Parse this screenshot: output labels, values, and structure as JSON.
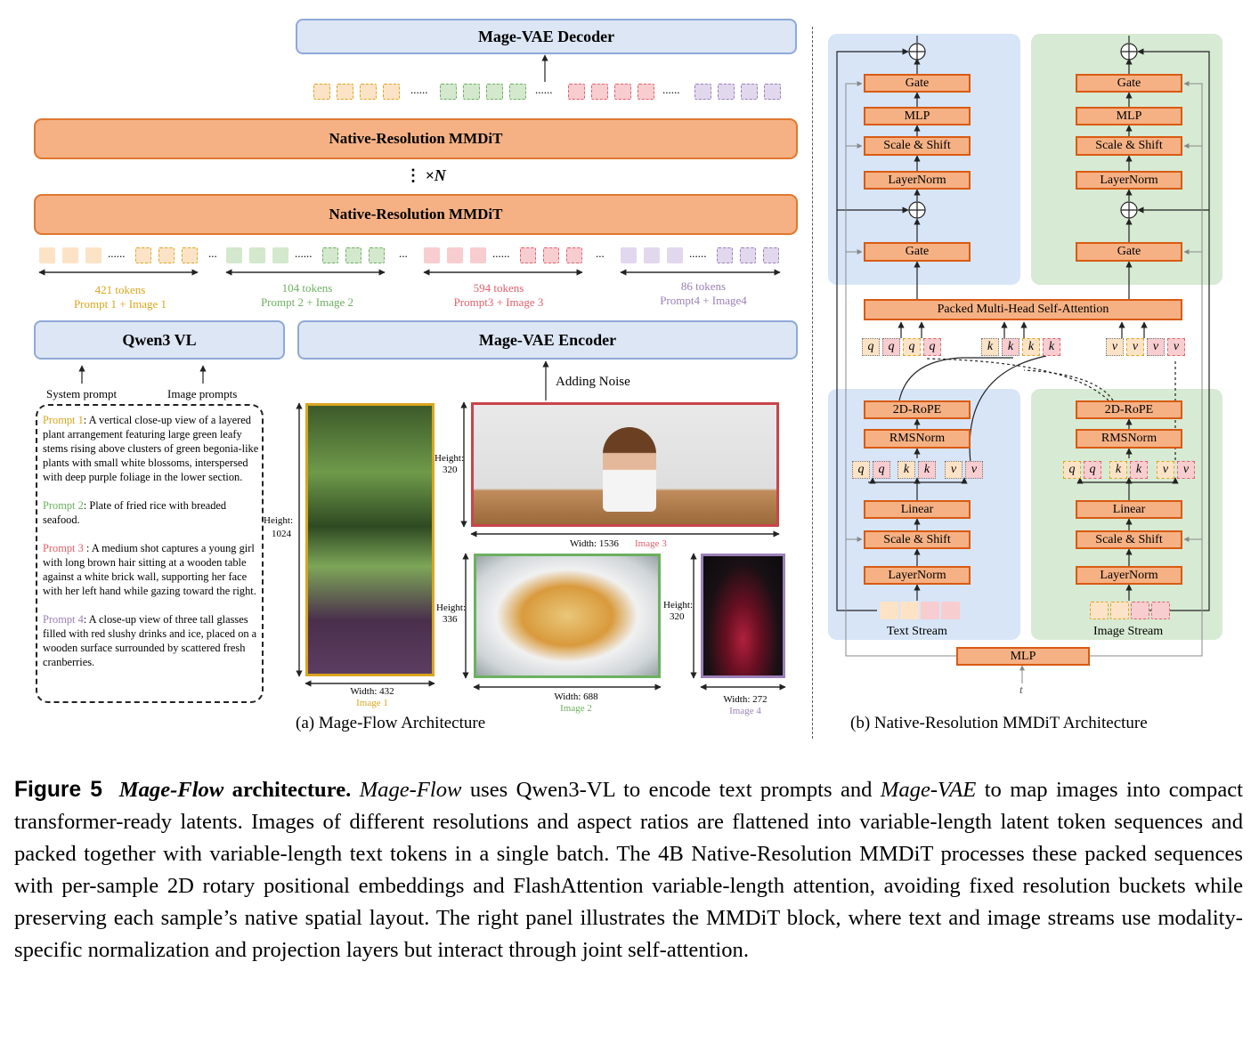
{
  "left": {
    "decoder": "Mage-VAE Decoder",
    "mmdit_top": "Native-Resolution MMDiT",
    "mmdit_bottom": "Native-Resolution MMDiT",
    "times_n": "×N",
    "dots": "......",
    "ellipsis": "...",
    "qwen": "Qwen3 VL",
    "encoder": "Mage-VAE Encoder",
    "adding_noise": "Adding Noise",
    "system_prompt": "System prompt",
    "image_prompts": "Image prompts",
    "token_groups": [
      {
        "tokens": "421 tokens",
        "label": "Prompt 1 + Image 1",
        "color": "#d9a520"
      },
      {
        "tokens": "104 tokens",
        "label": "Prompt 2 + Image 2",
        "color": "#6db060"
      },
      {
        "tokens": "594 tokens",
        "label": "Prompt3 + Image 3",
        "color": "#e0606a"
      },
      {
        "tokens": "86 tokens",
        "label": "Prompt4 + Image4",
        "color": "#9a80b8"
      }
    ],
    "prompts": [
      {
        "tag": "Prompt 1",
        "text": ": A vertical close-up view of a layered plant arrangement featuring large green leafy stems rising above clusters of green begonia-like plants with small white blossoms, interspersed with deep purple foliage in the lower section."
      },
      {
        "tag": "Prompt 2",
        "text": ": Plate of fried rice with breaded seafood."
      },
      {
        "tag": "Prompt 3",
        "text": " : A medium shot captures a young girl with long brown hair sitting at a wooden table against a white brick wall, supporting her face with her left hand while gazing toward the right."
      },
      {
        "tag": "Prompt 4",
        "text": ": A close-up view of three tall glasses filled with red slushy drinks and ice, placed on a wooden surface surrounded by scattered fresh cranberries."
      }
    ],
    "images": [
      {
        "height_label": "Height:",
        "height": "1024",
        "width_label": "Width: 432",
        "name": "Image 1"
      },
      {
        "height_label": "Height:",
        "height": "320",
        "width_label": "Width: 1536",
        "name": "Image 3"
      },
      {
        "height_label": "Height:",
        "height": "336",
        "width_label": "Width: 688",
        "name": "Image 2"
      },
      {
        "height_label": "Height:",
        "height": "320",
        "width_label": "Width: 272",
        "name": "Image 4"
      }
    ],
    "caption": "(a) Mage-Flow Architecture"
  },
  "right": {
    "gate": "Gate",
    "mlp": "MLP",
    "scale_shift": "Scale & Shift",
    "layernorm": "LayerNorm",
    "attention": "Packed Multi-Head Self-Attention",
    "rope": "2D-RoPE",
    "rmsnorm": "RMSNorm",
    "linear": "Linear",
    "q": "q",
    "k": "k",
    "v": "v",
    "text_stream": "Text Stream",
    "image_stream": "Image Stream",
    "mlp_bottom": "MLP",
    "t": "t",
    "caption": "(b) Native-Resolution MMDiT Architecture"
  },
  "figure_caption": {
    "label": "Figure 5",
    "title": "Mage-Flow",
    "title_rest": " architecture.",
    "seg1": " ",
    "mageflow": "Mage-Flow",
    "seg2": " uses Qwen3-VL to encode text prompts and ",
    "magevae": "Mage-VAE",
    "seg3": " to map images into compact transformer-ready latents. Images of different resolutions and aspect ratios are flattened into variable-length latent token sequences and packed together with variable-length text tokens in a single batch. The 4B Native-Resolution MMDiT processes these packed sequences with per-sample 2D rotary positional embeddings and FlashAttention variable-length attention, avoiding fixed resolution buckets while preserving each sample’s native spatial layout. The right panel illustrates the MMDiT block, where text and image streams use modality-specific normalization and projection layers but interact through joint self-attention."
  },
  "colors": {
    "yellow": "#d9a520",
    "green": "#6db060",
    "red": "#e0606a",
    "purple": "#9a80b8",
    "orange_fill": "#f5b184",
    "orange_border": "#d95a12",
    "blue_panel": "#d7e5f7",
    "green_panel": "#d7ead3"
  }
}
